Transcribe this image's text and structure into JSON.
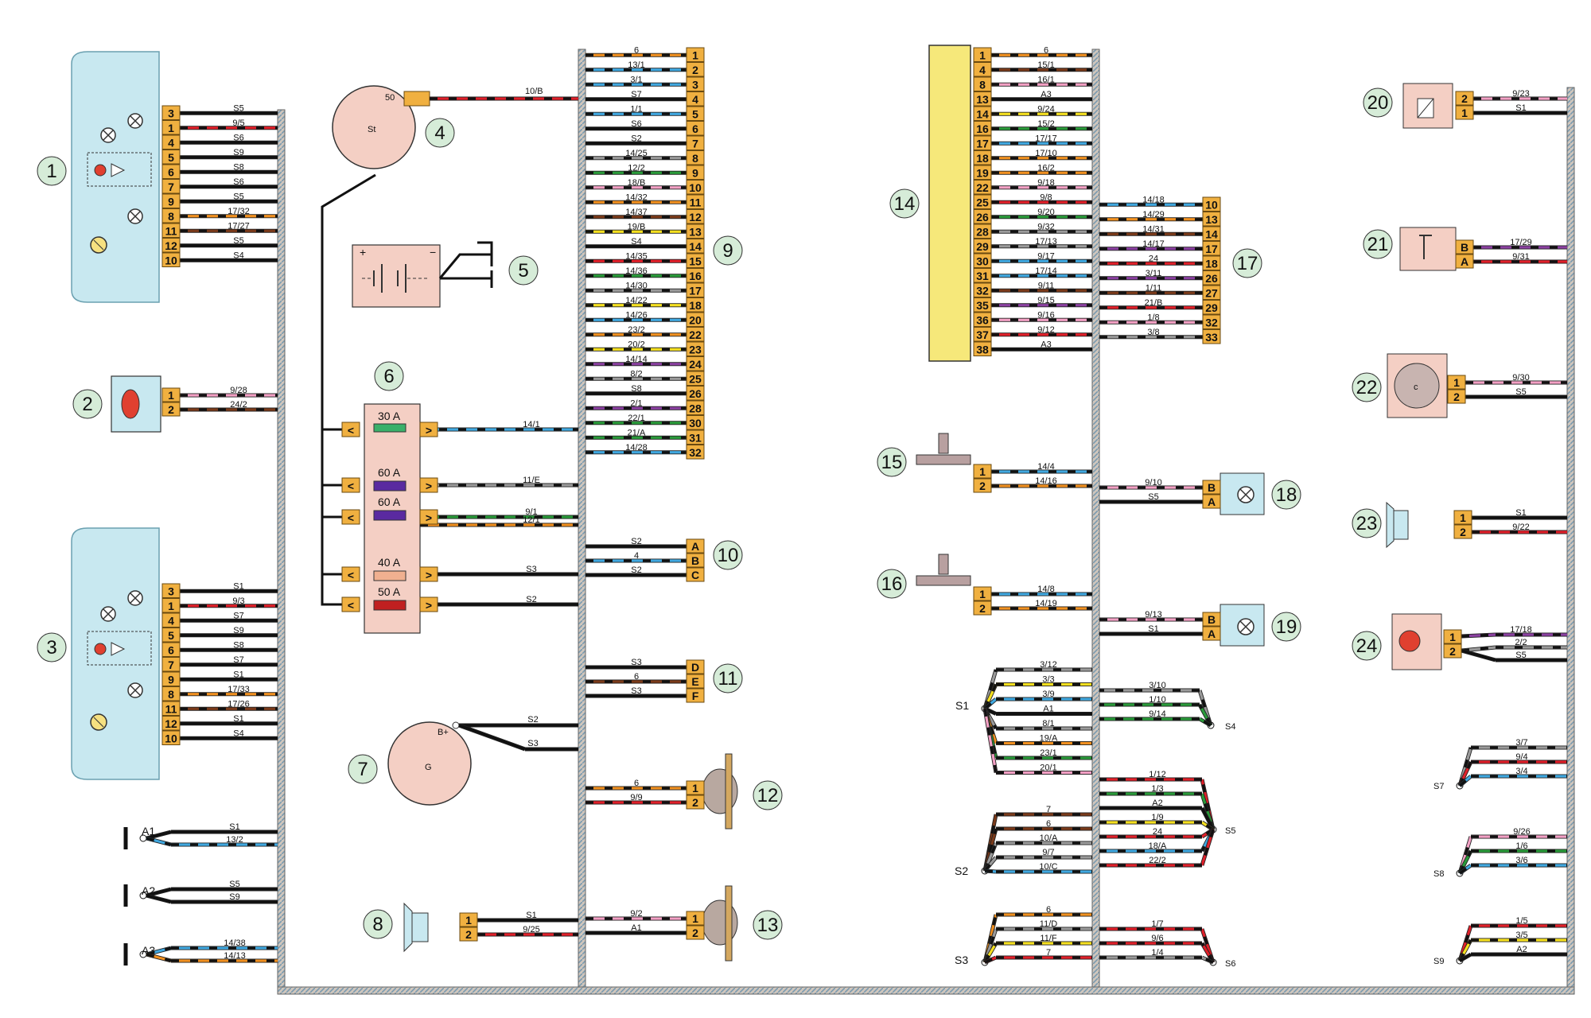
{
  "colors": {
    "harness_fill": "#c8c0b8",
    "harness_stripe": "#7a9ab0",
    "connector_fill": "#f0b040",
    "connector_stroke": "#6a4a10",
    "component_fill": "#f4cfc4",
    "lamp_panel_fill": "#c8e8f0",
    "callout_fill": "#d6ecd8",
    "ecu_fill": "#f6e87a",
    "fuse_block_fill": "#f4cfc4"
  },
  "wire_colors": {
    "black": "#111111",
    "red": "#e0202a",
    "pink": "#f3a0c4",
    "green": "#2a9a3a",
    "blue": "#40a8e0",
    "yellow": "#f5e020",
    "orange": "#f09020",
    "brown": "#7a3a1a",
    "grey": "#9a9a9a",
    "white": "#f4f4f4",
    "violet": "#8a40a0"
  },
  "callouts": {
    "c1": "1",
    "c2": "2",
    "c3": "3",
    "c4": "4",
    "c5": "5",
    "c6": "6",
    "c7": "7",
    "c8": "8",
    "c9": "9",
    "c10": "10",
    "c11": "11",
    "c12": "12",
    "c13": "13",
    "c14": "14",
    "c15": "15",
    "c16": "16",
    "c17": "17",
    "c18": "18",
    "c19": "19",
    "c20": "20",
    "c21": "21",
    "c22": "22",
    "c23": "23",
    "c24": "24"
  },
  "cluster1": {
    "pins": [
      "3",
      "1",
      "4",
      "5",
      "6",
      "7",
      "9",
      "8",
      "11",
      "12",
      "10"
    ],
    "wires": [
      "S5",
      "9/5",
      "S6",
      "S9",
      "S8",
      "S6",
      "S5",
      "17/32",
      "17/27",
      "S5",
      "S4"
    ]
  },
  "cluster3": {
    "pins": [
      "3",
      "1",
      "4",
      "5",
      "6",
      "7",
      "9",
      "8",
      "11",
      "12",
      "10"
    ],
    "wires": [
      "S1",
      "9/3",
      "S7",
      "S9",
      "S8",
      "S7",
      "S1",
      "17/33",
      "17/26",
      "S1",
      "S4"
    ]
  },
  "comp2": {
    "pins": [
      "1",
      "2"
    ],
    "wires": [
      "9/28",
      "24/2"
    ]
  },
  "starter": {
    "terminal": "50",
    "symbol": "St",
    "wire": "10/B"
  },
  "fuses": {
    "ratings": [
      "30 A",
      "60 A",
      "60 A",
      "40 A",
      "50 A"
    ],
    "wires": [
      "14/1",
      "11/E",
      "9/1",
      "12/1",
      "S3",
      "S2"
    ]
  },
  "generator": {
    "symbol": "G",
    "terminal": "B+",
    "wires": [
      "S2",
      "S3"
    ]
  },
  "comp8": {
    "pins": [
      "1",
      "2"
    ],
    "wires": [
      "S1",
      "9/25"
    ]
  },
  "grounds": {
    "a1": {
      "label": "A1",
      "wires": [
        "S1",
        "13/2"
      ]
    },
    "a2": {
      "label": "A2",
      "wires": [
        "S5",
        "S9"
      ]
    },
    "a3": {
      "label": "A3",
      "wires": [
        "14/38",
        "14/13"
      ]
    }
  },
  "conn9": {
    "pins": [
      "1",
      "2",
      "3",
      "4",
      "5",
      "6",
      "7",
      "8",
      "9",
      "10",
      "11",
      "12",
      "13",
      "14",
      "15",
      "16",
      "17",
      "18",
      "20",
      "22",
      "23",
      "24",
      "25",
      "26",
      "28",
      "30",
      "31",
      "32"
    ],
    "wires": [
      "6",
      "13/1",
      "3/1",
      "S7",
      "1/1",
      "S6",
      "S2",
      "14/25",
      "12/2",
      "18/B",
      "14/32",
      "14/37",
      "19/B",
      "S4",
      "14/35",
      "14/36",
      "14/30",
      "14/22",
      "14/26",
      "23/2",
      "20/2",
      "14/14",
      "8/2",
      "S8",
      "2/1",
      "22/1",
      "21/A",
      "14/28"
    ]
  },
  "conn10": {
    "pins": [
      "A",
      "B",
      "C"
    ],
    "wires": [
      "S2",
      "4",
      "S2"
    ]
  },
  "conn11": {
    "pins": [
      "D",
      "E",
      "F"
    ],
    "wires": [
      "S3",
      "6",
      "S3"
    ]
  },
  "comp12": {
    "pins": [
      "1",
      "2"
    ],
    "wires": [
      "6",
      "9/9"
    ]
  },
  "comp13": {
    "pins": [
      "1",
      "2"
    ],
    "wires": [
      "9/2",
      "A1"
    ]
  },
  "conn14": {
    "pins": [
      "1",
      "4",
      "8",
      "13",
      "14",
      "16",
      "17",
      "18",
      "19",
      "22",
      "25",
      "26",
      "28",
      "29",
      "30",
      "31",
      "32",
      "35",
      "36",
      "37",
      "38"
    ],
    "wires": [
      "6",
      "15/1",
      "16/1",
      "A3",
      "9/24",
      "15/2",
      "17/17",
      "17/10",
      "16/2",
      "9/18",
      "9/8",
      "9/20",
      "9/32",
      "17/13",
      "9/17",
      "17/14",
      "9/11",
      "9/15",
      "9/16",
      "9/12",
      "A3"
    ]
  },
  "conn17": {
    "pins": [
      "10",
      "13",
      "14",
      "17",
      "18",
      "26",
      "27",
      "29",
      "32",
      "33"
    ],
    "wires": [
      "14/18",
      "14/29",
      "14/31",
      "14/17",
      "24",
      "3/11",
      "1/11",
      "21/B",
      "1/8",
      "3/8"
    ]
  },
  "comp15": {
    "pins": [
      "1",
      "2"
    ],
    "wires": [
      "14/4",
      "14/16"
    ]
  },
  "comp16": {
    "pins": [
      "1",
      "2"
    ],
    "wires": [
      "14/8",
      "14/19"
    ]
  },
  "comp18": {
    "pins": [
      "B",
      "A"
    ],
    "wires": [
      "9/10",
      "S5"
    ]
  },
  "comp19": {
    "pins": [
      "B",
      "A"
    ],
    "wires": [
      "9/13",
      "S1"
    ]
  },
  "splices": {
    "s1": {
      "label": "S1",
      "wires": [
        "3/12",
        "3/3",
        "3/9",
        "A1",
        "8/1",
        "19/A",
        "23/1",
        "20/1"
      ]
    },
    "s2": {
      "label": "S2",
      "wires": [
        "7",
        "6",
        "10/A",
        "9/7",
        "10/C"
      ]
    },
    "s3": {
      "label": "S3",
      "wires": [
        "6",
        "11/D",
        "11/F",
        "7"
      ]
    },
    "s4": {
      "label": "S4",
      "wires": [
        "3/10",
        "1/10",
        "9/14"
      ]
    },
    "s5": {
      "label": "S5",
      "wires": [
        "1/12",
        "1/3",
        "A2",
        "1/9",
        "24",
        "18/A",
        "22/2"
      ]
    },
    "s6": {
      "label": "S6",
      "wires": [
        "1/7",
        "9/6",
        "1/4"
      ]
    },
    "s7": {
      "label": "S7",
      "wires": [
        "3/7",
        "9/4",
        "3/4"
      ]
    },
    "s8": {
      "label": "S8",
      "wires": [
        "9/26",
        "1/6",
        "3/6"
      ]
    },
    "s9": {
      "label": "S9",
      "wires": [
        "1/5",
        "3/5",
        "A2"
      ]
    }
  },
  "comp20": {
    "pins": [
      "2",
      "1"
    ],
    "wires": [
      "9/23",
      "S1"
    ]
  },
  "comp21": {
    "pins": [
      "B",
      "A"
    ],
    "wires": [
      "17/29",
      "9/31"
    ]
  },
  "comp22": {
    "symbol": "c",
    "pins": [
      "1",
      "2"
    ],
    "wires": [
      "9/30",
      "S5"
    ]
  },
  "comp23": {
    "pins": [
      "1",
      "2"
    ],
    "wires": [
      "S1",
      "9/22"
    ]
  },
  "comp24": {
    "pins": [
      "1",
      "2"
    ],
    "wires": [
      "17/18",
      "2/2",
      "S5"
    ]
  }
}
